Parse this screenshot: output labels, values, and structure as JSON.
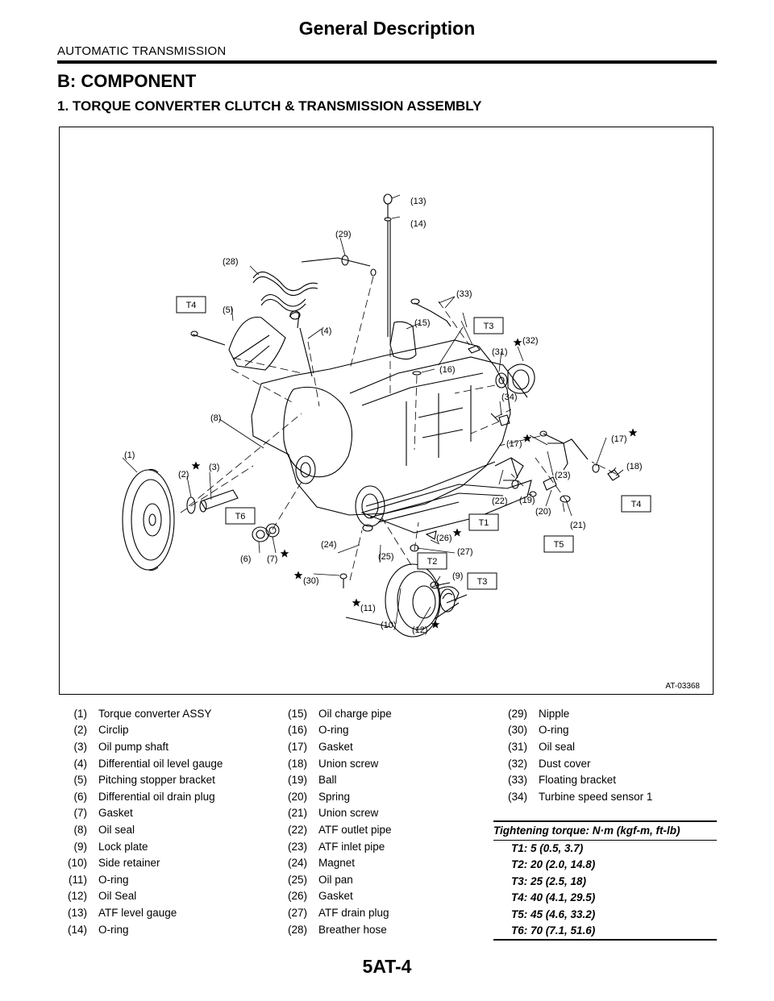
{
  "header": {
    "title": "General Description",
    "section": "AUTOMATIC TRANSMISSION"
  },
  "heading_b": "B:  COMPONENT",
  "heading_1": "1.  TORQUE CONVERTER CLUTCH & TRANSMISSION ASSEMBLY",
  "figure": {
    "id": "AT-03368",
    "torque_labels": [
      "T1",
      "T2",
      "T3",
      "T3",
      "T4",
      "T4",
      "T5",
      "T6"
    ],
    "callouts": [
      "(1)",
      "(2)",
      "(3)",
      "(4)",
      "(5)",
      "(6)",
      "(7)",
      "(8)",
      "(9)",
      "(10)",
      "(11)",
      "(12)",
      "(13)",
      "(14)",
      "(15)",
      "(16)",
      "(17)",
      "(17)",
      "(18)",
      "(19)",
      "(20)",
      "(21)",
      "(22)",
      "(23)",
      "(24)",
      "(25)",
      "(26)",
      "(27)",
      "(28)",
      "(29)",
      "(30)",
      "(31)",
      "(32)",
      "(33)",
      "(34)"
    ]
  },
  "legend": [
    [
      {
        "n": "(1)",
        "t": "Torque converter ASSY"
      },
      {
        "n": "(15)",
        "t": "Oil charge pipe"
      },
      {
        "n": "(29)",
        "t": "Nipple"
      }
    ],
    [
      {
        "n": "(2)",
        "t": "Circlip"
      },
      {
        "n": "(16)",
        "t": "O-ring"
      },
      {
        "n": "(30)",
        "t": "O-ring"
      }
    ],
    [
      {
        "n": "(3)",
        "t": "Oil pump shaft"
      },
      {
        "n": "(17)",
        "t": "Gasket"
      },
      {
        "n": "(31)",
        "t": "Oil seal"
      }
    ],
    [
      {
        "n": "(4)",
        "t": "Differential oil level gauge"
      },
      {
        "n": "(18)",
        "t": "Union screw"
      },
      {
        "n": "(32)",
        "t": "Dust cover"
      }
    ],
    [
      {
        "n": "(5)",
        "t": "Pitching stopper bracket"
      },
      {
        "n": "(19)",
        "t": "Ball"
      },
      {
        "n": "(33)",
        "t": "Floating bracket"
      }
    ],
    [
      {
        "n": "(6)",
        "t": "Differential oil drain plug"
      },
      {
        "n": "(20)",
        "t": "Spring"
      },
      {
        "n": "(34)",
        "t": "Turbine speed sensor 1"
      }
    ],
    [
      {
        "n": "(7)",
        "t": "Gasket"
      },
      {
        "n": "(21)",
        "t": "Union screw"
      },
      null
    ],
    [
      {
        "n": "(8)",
        "t": "Oil seal"
      },
      {
        "n": "(22)",
        "t": "ATF outlet pipe"
      },
      null
    ],
    [
      {
        "n": "(9)",
        "t": "Lock plate"
      },
      {
        "n": "(23)",
        "t": "ATF inlet pipe"
      },
      null
    ],
    [
      {
        "n": "(10)",
        "t": "Side retainer"
      },
      {
        "n": "(24)",
        "t": "Magnet"
      },
      null
    ],
    [
      {
        "n": "(11)",
        "t": "O-ring"
      },
      {
        "n": "(25)",
        "t": "Oil pan"
      },
      null
    ],
    [
      {
        "n": "(12)",
        "t": "Oil Seal"
      },
      {
        "n": "(26)",
        "t": "Gasket"
      },
      null
    ],
    [
      {
        "n": "(13)",
        "t": "ATF level gauge"
      },
      {
        "n": "(27)",
        "t": "ATF drain plug"
      },
      null
    ],
    [
      {
        "n": "(14)",
        "t": "O-ring"
      },
      {
        "n": "(28)",
        "t": "Breather hose"
      },
      null
    ]
  ],
  "torque": {
    "heading": "Tightening torque: N·m (kgf-m, ft-lb)",
    "rows": [
      "T1:   5 (0.5, 3.7)",
      "T2:   20 (2.0, 14.8)",
      "T3:   25 (2.5, 18)",
      "T4:   40 (4.1, 29.5)",
      "T5:   45 (4.6, 33.2)",
      "T6:   70 (7.1, 51.6)"
    ]
  },
  "footer": {
    "page": "5AT-4"
  }
}
